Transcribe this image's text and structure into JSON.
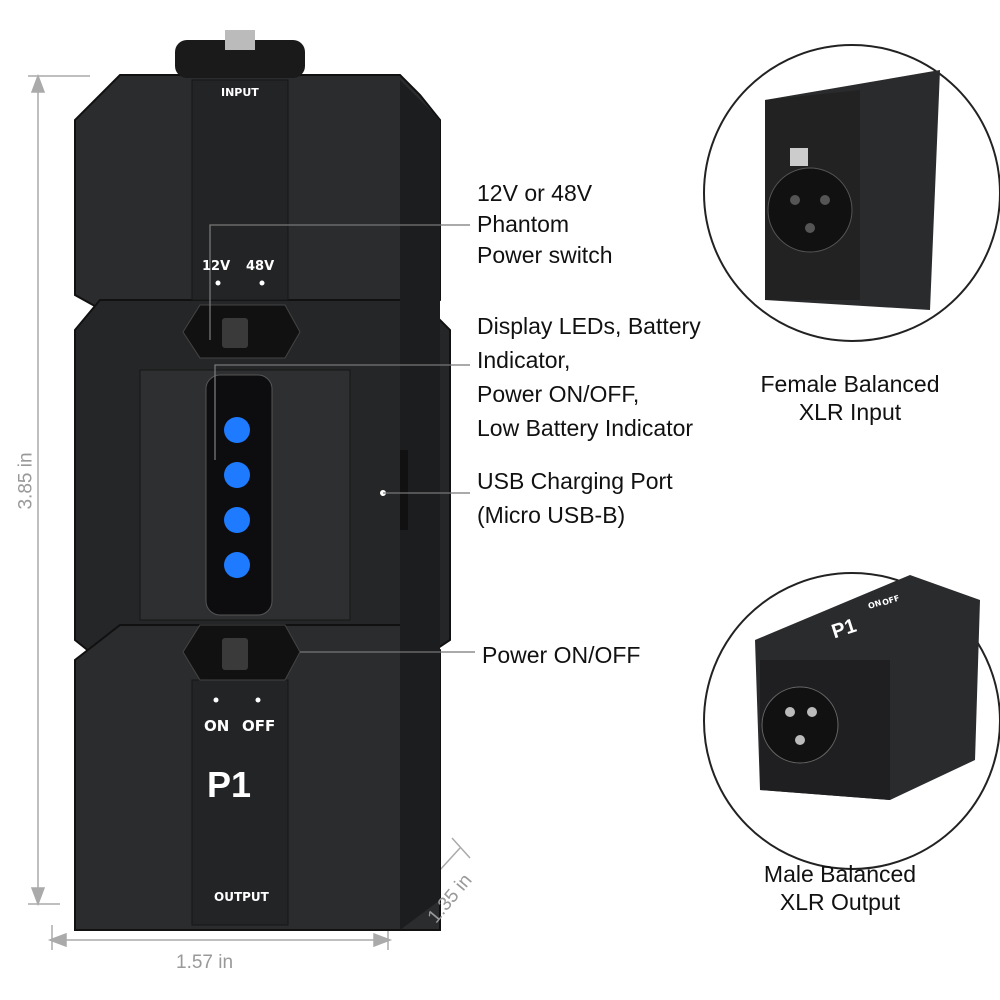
{
  "device": {
    "input_label": "INPUT",
    "output_label": "OUTPUT",
    "voltage_labels": [
      "12V",
      "48V"
    ],
    "power_labels": [
      "ON",
      "OFF"
    ],
    "model": "P1",
    "led_count": 4,
    "led_color": "#1e7bff",
    "body_color": "#2a2b2d"
  },
  "callouts": {
    "phantom_switch": [
      "12V or 48V",
      "Phantom",
      "Power switch"
    ],
    "display_leds": [
      "Display LEDs, Battery",
      "Indicator,",
      "Power ON/OFF,",
      "Low Battery Indicator"
    ],
    "usb_port": [
      "USB Charging Port",
      "(Micro USB-B)"
    ],
    "power_switch": "Power ON/OFF"
  },
  "dimensions": {
    "height": "3.85 in",
    "width": "1.57 in",
    "depth": "1.35 in"
  },
  "insets": {
    "female": {
      "caption": [
        "Female Balanced",
        "XLR Input"
      ]
    },
    "male": {
      "caption": [
        "Male Balanced",
        "XLR Output"
      ],
      "model": "P1",
      "power_labels": [
        "ON",
        "OFF"
      ]
    }
  }
}
